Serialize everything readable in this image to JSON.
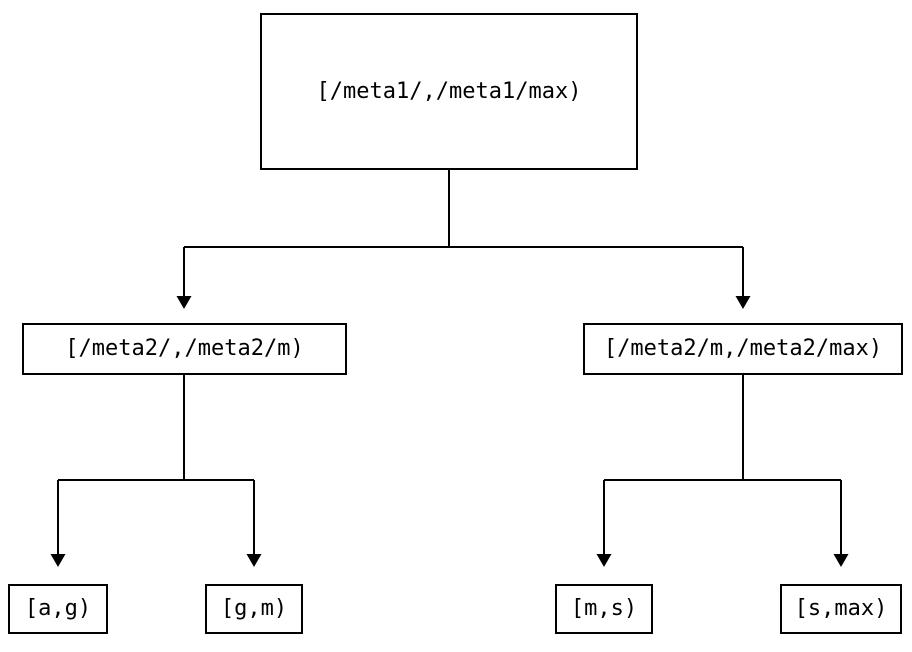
{
  "diagram": {
    "kind": "tree",
    "colors": {
      "line": "#000000",
      "text": "#000000",
      "background": "#ffffff"
    },
    "nodes": {
      "root": {
        "label": "[/meta1/,/meta1/max)"
      },
      "level2_left": {
        "label": "[/meta2/,/meta2/m)"
      },
      "level2_right": {
        "label": "[/meta2/m,/meta2/max)"
      },
      "leaf_a_g": {
        "label": "[a,g)"
      },
      "leaf_g_m": {
        "label": "[g,m)"
      },
      "leaf_m_s": {
        "label": "[m,s)"
      },
      "leaf_s_max": {
        "label": "[s,max)"
      }
    },
    "edges": [
      {
        "from": "root",
        "to": "level2_left"
      },
      {
        "from": "root",
        "to": "level2_right"
      },
      {
        "from": "level2_left",
        "to": "leaf_a_g"
      },
      {
        "from": "level2_left",
        "to": "leaf_g_m"
      },
      {
        "from": "level2_right",
        "to": "leaf_m_s"
      },
      {
        "from": "level2_right",
        "to": "leaf_s_max"
      }
    ]
  }
}
